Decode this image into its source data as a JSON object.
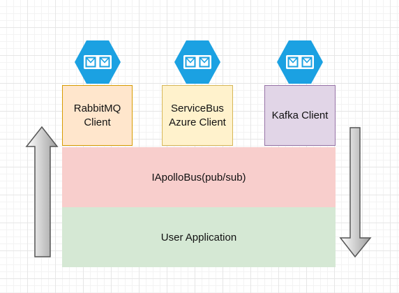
{
  "clients": [
    {
      "line1": "RabbitMQ",
      "line2": "Client"
    },
    {
      "line1": "ServiceBus",
      "line2": "Azure Client"
    },
    {
      "line1": "Kafka Client",
      "line2": ""
    }
  ],
  "layers": {
    "bus": "IApolloBus(pub/sub)",
    "app": "User Application"
  },
  "icons": {
    "messaging": "azure-service-bus-envelope-icon",
    "up_arrow": "up-arrow-icon",
    "down_arrow": "down-arrow-icon"
  },
  "colors": {
    "bus_fill": "#f8cecc",
    "app_fill": "#d5e8d4",
    "rabbit_fill": "#ffe6cc",
    "servicebus_fill": "#fff2cc",
    "kafka_fill": "#e1d5e7",
    "hex_fill": "#1ba1e2"
  }
}
